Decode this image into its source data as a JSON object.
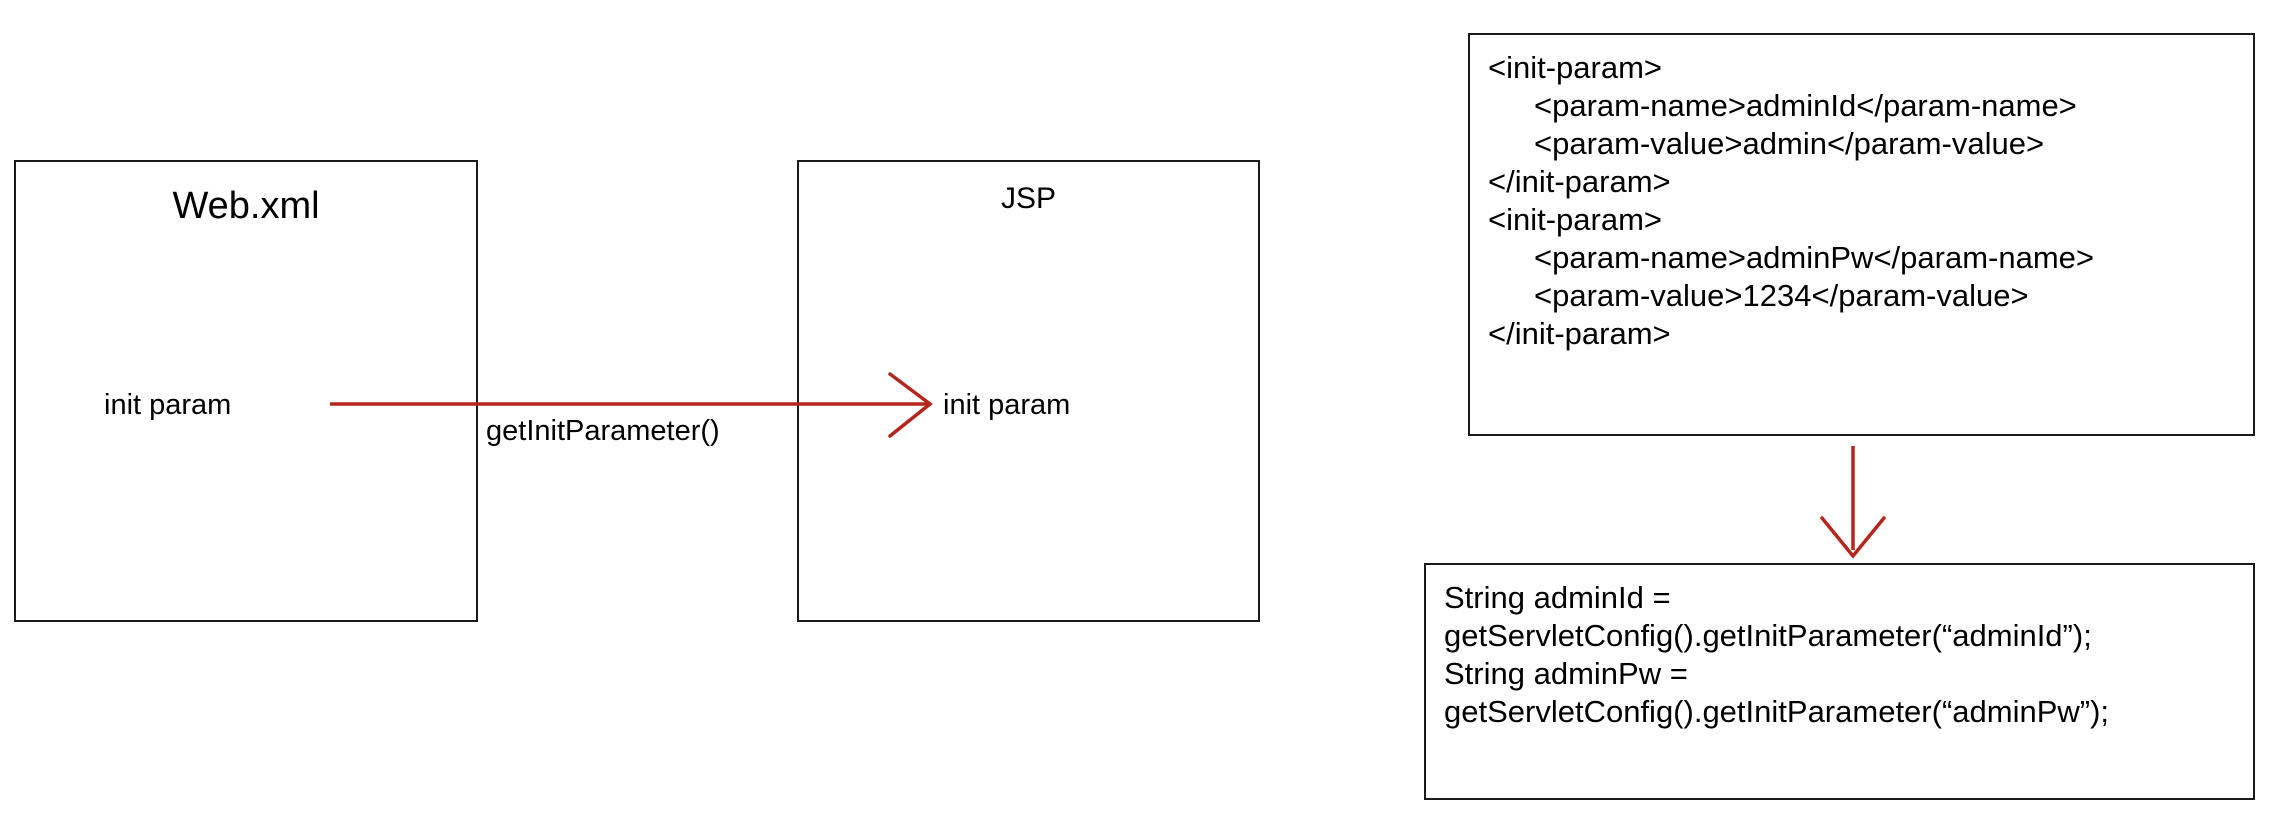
{
  "diagram": {
    "nodes": [
      {
        "title": "Web.xml",
        "sublabel": "init param"
      },
      {
        "title": "JSP",
        "sublabel": "init param"
      }
    ],
    "connector": {
      "label": "getInitParameter()",
      "color": "#b5271e",
      "direction": "left-to-right"
    },
    "flow_arrow": {
      "color": "#b5271e",
      "direction": "top-to-bottom"
    },
    "border_color": "#1a1a1a",
    "background": "#ffffff"
  },
  "xml_snippet": {
    "lines": [
      {
        "text": "<init-param>",
        "indent": 0
      },
      {
        "text": "<param-name>adminId</param-name>",
        "indent": 1
      },
      {
        "text": "<param-value>admin</param-value>",
        "indent": 1
      },
      {
        "text": "</init-param>",
        "indent": 0
      },
      {
        "text": "<init-param>",
        "indent": 0
      },
      {
        "text": "<param-name>adminPw</param-name>",
        "indent": 1
      },
      {
        "text": "<param-value>1234</param-value>",
        "indent": 1
      },
      {
        "text": "</init-param>",
        "indent": 0
      }
    ]
  },
  "java_snippet": {
    "lines": [
      {
        "text": "String adminId =",
        "indent": 0
      },
      {
        "text": "getServletConfig().getInitParameter(“adminId”);",
        "indent": 0
      },
      {
        "text": "String adminPw =",
        "indent": 0
      },
      {
        "text": "getServletConfig().getInitParameter(“adminPw”);",
        "indent": 0
      }
    ]
  }
}
